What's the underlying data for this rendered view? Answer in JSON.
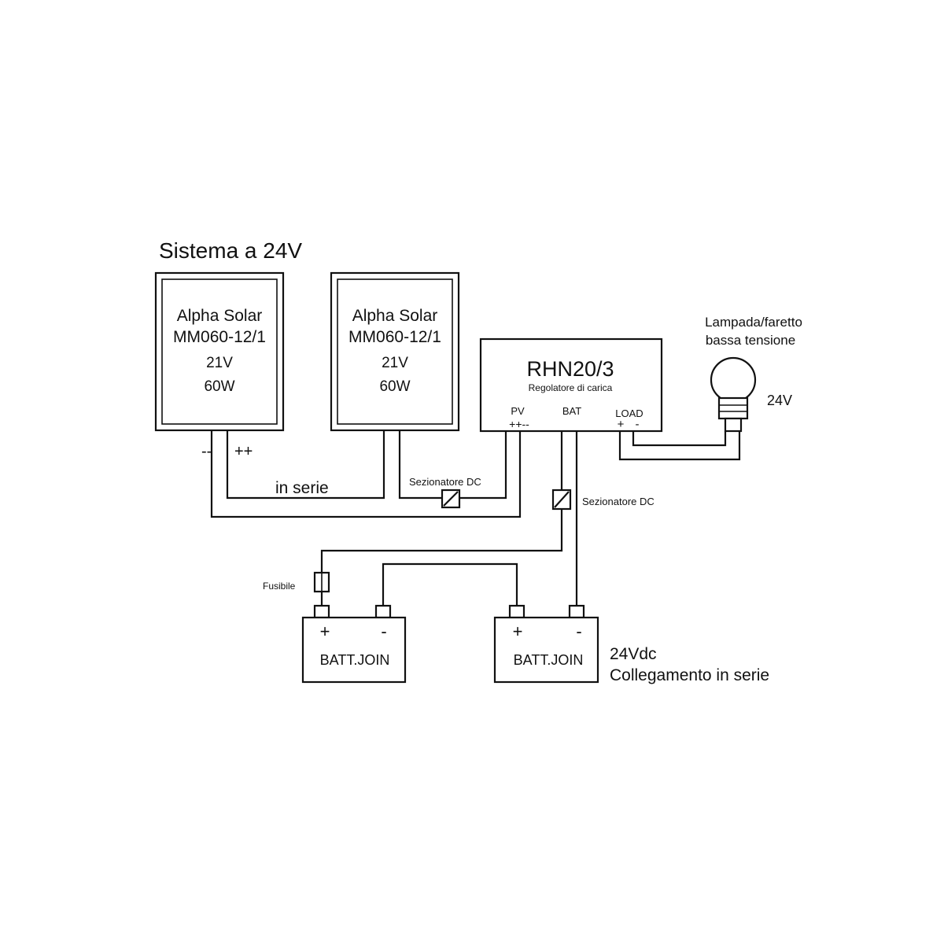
{
  "title": "Sistema a 24V",
  "panels": [
    {
      "brand": "Alpha Solar",
      "model": "MM060-12/1",
      "voltage": "21V",
      "power": "60W"
    },
    {
      "brand": "Alpha Solar",
      "model": "MM060-12/1",
      "voltage": "21V",
      "power": "60W"
    }
  ],
  "panel_terminals": {
    "negative": "--",
    "positive": "++"
  },
  "series_label": "in serie",
  "controller": {
    "name": "RHN20/3",
    "subtitle": "Regolatore di carica",
    "pv_label": "PV",
    "pv_polarity": "++--",
    "bat_label": "BAT",
    "load_label": "LOAD",
    "load_plus": "+",
    "load_minus": "-"
  },
  "disconnector_pv": "Sezionatore DC",
  "disconnector_bat": "Sezionatore DC",
  "lamp": {
    "line1": "Lampada/faretto",
    "line2": "bassa tensione",
    "voltage": "24V"
  },
  "fuse_label": "Fusibile",
  "batteries": [
    {
      "label": "BATT.JOIN",
      "plus": "+",
      "minus": "-"
    },
    {
      "label": "BATT.JOIN",
      "plus": "+",
      "minus": "-"
    }
  ],
  "battery_note": {
    "line1": "24Vdc",
    "line2": "Collegamento in serie"
  }
}
